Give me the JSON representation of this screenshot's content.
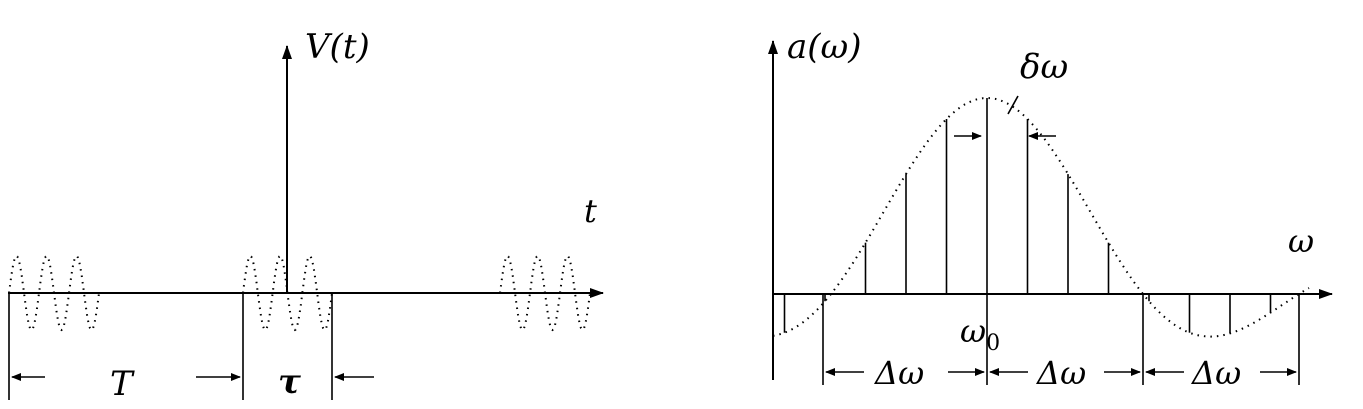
{
  "left_panel": {
    "vertical_label": "V(t)",
    "horizontal_label": "t",
    "period_label": "T",
    "pulse_width_label": "τ"
  },
  "right_panel": {
    "vertical_label": "a(ω)",
    "horizontal_label": "ω",
    "spacing_label": "δω",
    "center_label": "ω",
    "center_subscript": "0",
    "width_labels": [
      "Δω",
      "Δω",
      "Δω"
    ]
  }
}
